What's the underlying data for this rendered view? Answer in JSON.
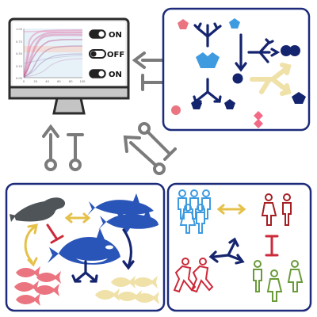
{
  "computer": {
    "y_ticks": [
      "1.00",
      "0.75",
      "0.50",
      "0.25",
      "0.00"
    ],
    "x_ticks": [
      "0",
      "20",
      "40",
      "60",
      "80",
      "100"
    ],
    "toggles": [
      {
        "label": "ON",
        "state": "on"
      },
      {
        "label": "OFF",
        "state": "off"
      },
      {
        "label": "ON",
        "state": "on"
      }
    ]
  },
  "colors": {
    "navy": "#15246e",
    "blue": "#2a55b8",
    "light_blue": "#3f9be0",
    "salmon": "#ea7580",
    "pink": "#f26a86",
    "sand": "#efe1a8",
    "gray_arrow": "#7b7b7b",
    "yellow_arrow": "#e5c14a",
    "crimson": "#cc2a3a",
    "dark_red": "#a41f24",
    "green": "#6a9a3a",
    "seal_gray": "#4f5458",
    "panel_border": "#1d2b7a"
  },
  "panels": [
    {
      "id": "network-panel",
      "icon_names": [
        "pentagon-icon",
        "circle-icon",
        "diamond-icon",
        "branch-arrow-icon"
      ]
    },
    {
      "id": "marine-panel",
      "icon_names": [
        "seal-icon",
        "shark-icon",
        "orca-icon",
        "fish-icon"
      ]
    },
    {
      "id": "people-panel",
      "icon_names": [
        "person-icon",
        "runner-icon",
        "inhibition-icon"
      ]
    }
  ]
}
